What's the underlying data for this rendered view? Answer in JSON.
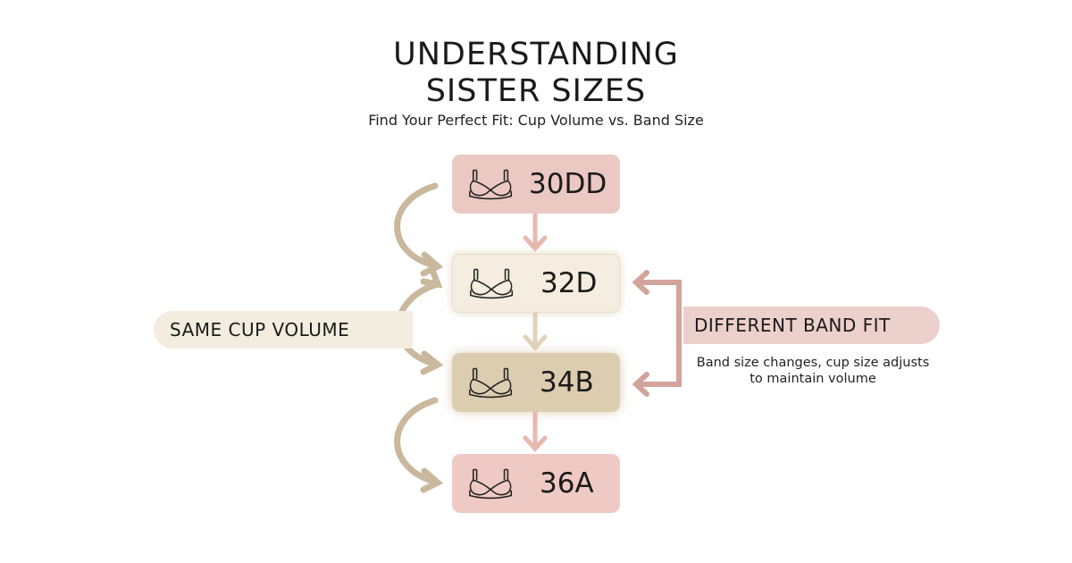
{
  "header": {
    "title_line1": "UNDERSTANDING",
    "title_line2": "SISTER SIZES",
    "subtitle": "Find Your Perfect Fit: Cup Volume vs. Band Size"
  },
  "sizes": [
    {
      "label": "30DD",
      "icon": "bra-icon",
      "color": "#ecc8c3"
    },
    {
      "label": "32D",
      "icon": "bra-icon",
      "color": "#f4ede0"
    },
    {
      "label": "34B",
      "icon": "bra-icon",
      "color": "#ddcdb0"
    },
    {
      "label": "36A",
      "icon": "bra-icon",
      "color": "#efc9c3"
    }
  ],
  "left_annotation": {
    "label": "SAME CUP VOLUME",
    "color": "#f3ede0",
    "arrow_color": "#c9b89d"
  },
  "right_annotation": {
    "label": "DIFFERENT BAND FIT",
    "note": "Band size changes, cup size adjusts to maintain volume",
    "color": "#ecd0cb",
    "arrow_color": "#d3a49c"
  },
  "colors": {
    "down_arrow_pink": "#e8b8b0",
    "down_arrow_beige": "#e2d3bb"
  }
}
